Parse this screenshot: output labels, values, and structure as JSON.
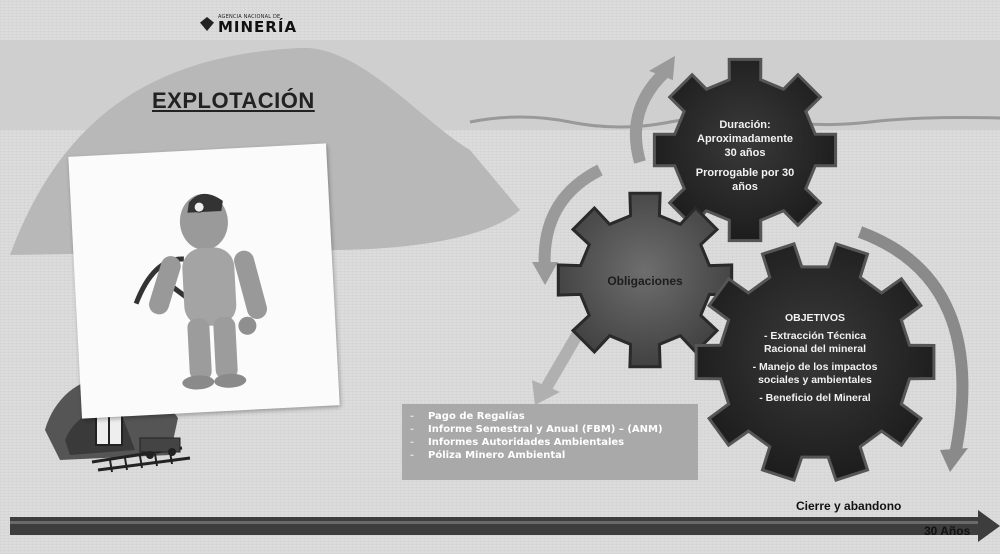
{
  "header": {
    "agency_small": "AGENCIA NACIONAL DE",
    "agency_name": "MINERÍA"
  },
  "title": "EXPLOTACIÓN",
  "gear_duration": {
    "heading": "Duración:",
    "line1": "Aproximadamente",
    "line2": "30 años",
    "line3": "Prorrogable por 30",
    "line4": "años"
  },
  "gear_obligations": {
    "label": "Obligaciones"
  },
  "gear_objectives": {
    "heading": "OBJETIVOS",
    "items": [
      "- Extracción Técnica",
      "Racional del mineral",
      "- Manejo de los impactos",
      "sociales y ambientales",
      "- Beneficio del Mineral"
    ]
  },
  "obligations_list": {
    "items": [
      "Pago de Regalías",
      "Informe Semestral y Anual (FBM) – (ANM)",
      "Informes Autoridades Ambientales",
      "Póliza Minero Ambiental"
    ]
  },
  "timeline": {
    "closing_label": "Cierre y abandono",
    "duration_label": "30 Años"
  },
  "colors": {
    "gear_dark": "#262626",
    "gear_mid": "#4d4d4d",
    "arrow_grey": "#9a9a9a",
    "timeline_bar": "#3d3d3d"
  }
}
